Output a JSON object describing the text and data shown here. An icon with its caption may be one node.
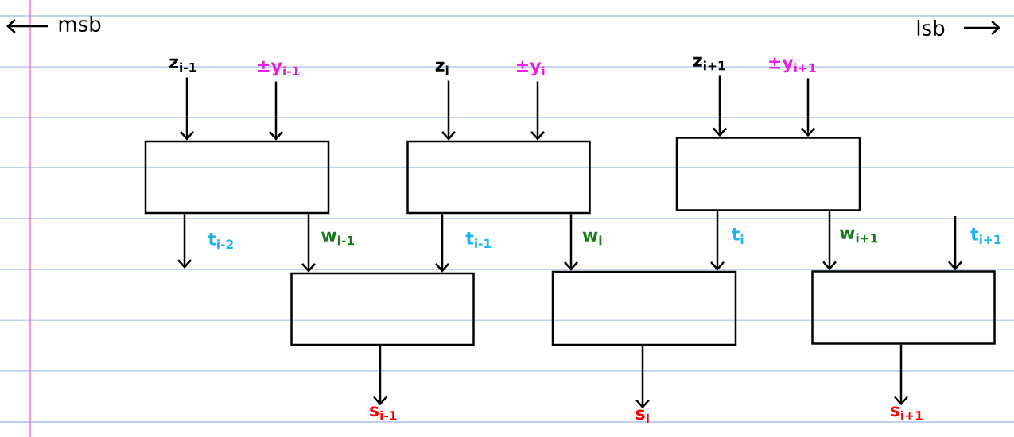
{
  "diagram": {
    "nodes": [
      {
        "text": [
          "z$_{i-1}$"
        ]
      },
      {
        "text": [
          "±y$_{i-1}$"
        ]
      },
      {
        "text": [
          "z$_{i}$"
        ]
      },
      {
        "text": [
          "±y$_{i}$"
        ]
      },
      {
        "text": [
          "z$_{i+1}$"
        ]
      },
      {
        "text": [
          "±y$_{i+1}$"
        ]
      },
      {
        "text": [],
        "shape": "box"
      },
      {
        "text": [],
        "shape": "box"
      },
      {
        "text": [],
        "shape": "box"
      },
      {
        "text": [],
        "shape": "box"
      },
      {
        "text": [],
        "shape": "box"
      },
      {
        "text": [],
        "shape": "box"
      },
      {
        "text": [
          "s$_{i-1}$"
        ]
      },
      {
        "text": [
          "s$_{i}$"
        ]
      },
      {
        "text": [
          "s$_{i+1}$"
        ]
      }
    ],
    "edges": [
      {
        "from": 0,
        "to": 6,
        "arrow": "to"
      },
      {
        "from": 1,
        "to": 6,
        "arrow": "to"
      },
      {
        "from": 2,
        "to": 7,
        "arrow": "to"
      },
      {
        "from": 3,
        "to": 7,
        "arrow": "to"
      },
      {
        "from": 4,
        "to": 8,
        "arrow": "to"
      },
      {
        "from": 5,
        "to": 8,
        "arrow": "to"
      },
      {
        "from": 6,
        "to": null,
        "arrow": "to",
        "label": "t$_{i-2}$"
      },
      {
        "from": 6,
        "to": 9,
        "arrow": "to",
        "label": "w$_{i-1}$"
      },
      {
        "from": 7,
        "to": 9,
        "arrow": "to",
        "label": "t$_{i-1}$"
      },
      {
        "from": 7,
        "to": 10,
        "arrow": "to",
        "label": "w$_{i}$"
      },
      {
        "from": 8,
        "to": 10,
        "arrow": "to",
        "label": "t$_{i}$"
      },
      {
        "from": 8,
        "to": 11,
        "arrow": "to",
        "label": "w$_{i+1}$"
      },
      {
        "from": null,
        "to": 11,
        "arrow": "to",
        "label": "t$_{i+1}$"
      },
      {
        "from": 9,
        "to": 12,
        "arrow": "to"
      },
      {
        "from": 10,
        "to": 13,
        "arrow": "to"
      },
      {
        "from": 11,
        "to": 14,
        "arrow": "to"
      }
    ],
    "labels": [
      "msb",
      "lsb"
    ]
  }
}
